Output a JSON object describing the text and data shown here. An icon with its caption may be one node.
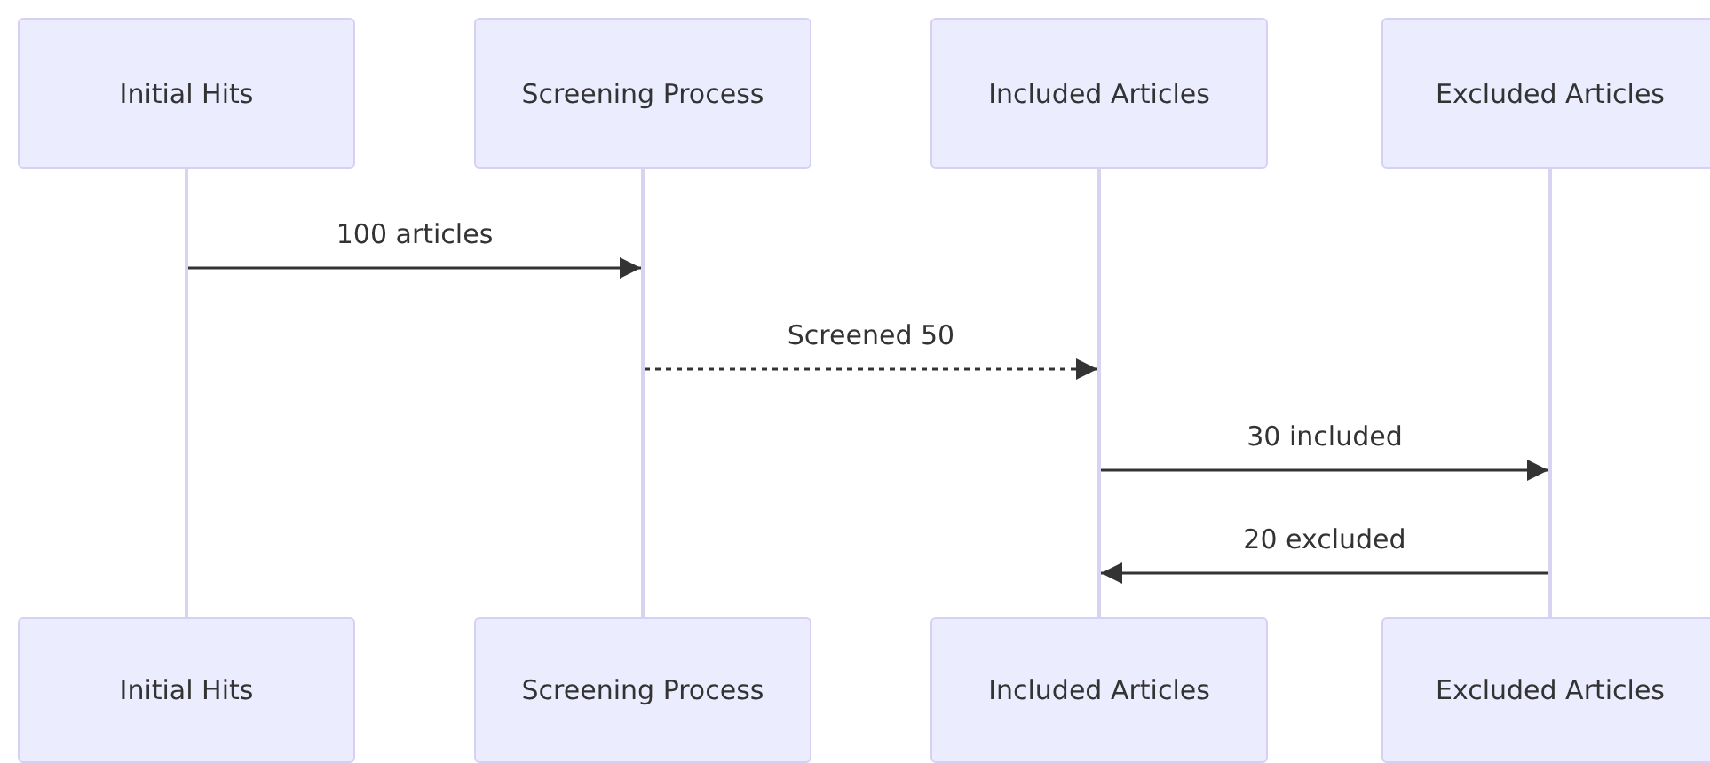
{
  "diagram": {
    "nodes": [
      {
        "text": [
          "Initial Hits"
        ]
      },
      {
        "text": [
          "Screening Process"
        ]
      },
      {
        "text": [
          "Included Articles"
        ]
      },
      {
        "text": [
          "Excluded Articles"
        ]
      },
      {
        "text": [],
        "shape": "bar"
      },
      {
        "text": [],
        "shape": "bar"
      },
      {
        "text": [],
        "shape": "bar"
      },
      {
        "text": [],
        "shape": "bar"
      },
      {
        "text": [
          "Initial Hits"
        ]
      },
      {
        "text": [
          "Screening Process"
        ]
      },
      {
        "text": [
          "Included Articles"
        ]
      },
      {
        "text": [
          "Excluded Articles"
        ]
      }
    ],
    "edges": [
      {
        "from": 4,
        "to": 5,
        "arrow": "to",
        "label": "100 articles"
      },
      {
        "from": 5,
        "to": 6,
        "arrow": "to",
        "label": "Screened 50",
        "style": "dashed"
      },
      {
        "from": 6,
        "to": 7,
        "arrow": "to",
        "label": "30 included"
      },
      {
        "from": 7,
        "to": 6,
        "arrow": "to",
        "label": "20 excluded"
      }
    ]
  }
}
